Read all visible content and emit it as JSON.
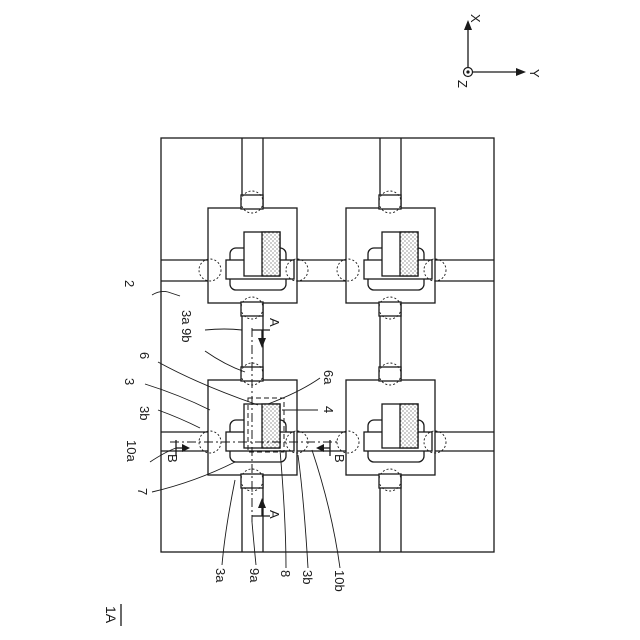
{
  "figure": {
    "id_label": "1A",
    "axes": {
      "x": "X",
      "y": "Y",
      "z": "Z"
    },
    "labels": {
      "substrate": "2",
      "pillar_3a_9b": "3a  9b",
      "elem_6": "6",
      "elem_6a": "6a",
      "elem_3": "3",
      "elem_3b_top": "3b",
      "elem_4": "4",
      "elem_10a": "10a",
      "elem_7": "7",
      "elem_3a_bottom": "3a",
      "elem_9a": "9a",
      "elem_8": "8",
      "elem_3b_bottom": "3b",
      "elem_10b": "10b",
      "section_A_top": "A",
      "section_A_bottom": "A",
      "section_B_left": "B",
      "section_B_right": "B"
    }
  }
}
